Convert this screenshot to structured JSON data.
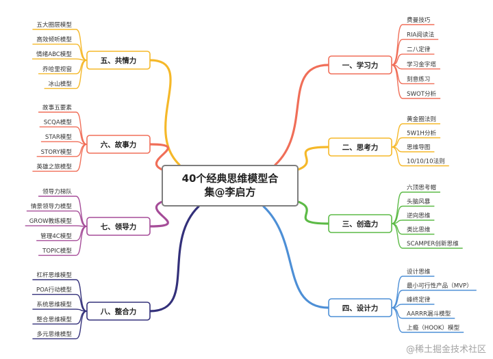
{
  "center": {
    "title_line1": "40个经典思维模型合",
    "title_line2": "集@李启方"
  },
  "watermark": "@稀土掘金技术社区",
  "branches": [
    {
      "label": "一、学习力",
      "color": "#f06e58",
      "items": [
        "费曼技巧",
        "RIA阅读法",
        "二八定律",
        "学习金字塔",
        "刻意练习",
        "SWOT分析"
      ]
    },
    {
      "label": "二、思考力",
      "color": "#f5b829",
      "items": [
        "黄金圈法则",
        "5W1H分析",
        "思维导图",
        "10/10/10法则"
      ]
    },
    {
      "label": "三、创造力",
      "color": "#5cba46",
      "items": [
        "六顶思考帽",
        "头脑风暴",
        "逆向思维",
        "类比思维",
        "SCAMPER创新思维"
      ]
    },
    {
      "label": "四、设计力",
      "color": "#4d8fd6",
      "items": [
        "设计思维",
        "最小可行性产品（MVP）",
        "峰终定律",
        "AARRR漏斗模型",
        "上瘾（HOOK）模型"
      ]
    },
    {
      "label": "五、共情力",
      "color": "#f5b829",
      "items": [
        "五大圈层模型",
        "高效倾听模型",
        "情绪ABC模型",
        "乔哈里视窗",
        "冰山模型"
      ]
    },
    {
      "label": "六、故事力",
      "color": "#f06e58",
      "items": [
        "故事五要素",
        "SCQA模型",
        "STAR模型",
        "STORY模型",
        "英雄之旅模型"
      ]
    },
    {
      "label": "七、领导力",
      "color": "#a54c98",
      "items": [
        "领导力梯队",
        "情景领导力模型",
        "GROW教练模型",
        "管理4C模型",
        "TOPIC模型"
      ]
    },
    {
      "label": "八、整合力",
      "color": "#33307a",
      "items": [
        "杠杆思维模型",
        "POA行动模型",
        "系统思维模型",
        "整合思维模型",
        "多元思维模型"
      ]
    }
  ]
}
